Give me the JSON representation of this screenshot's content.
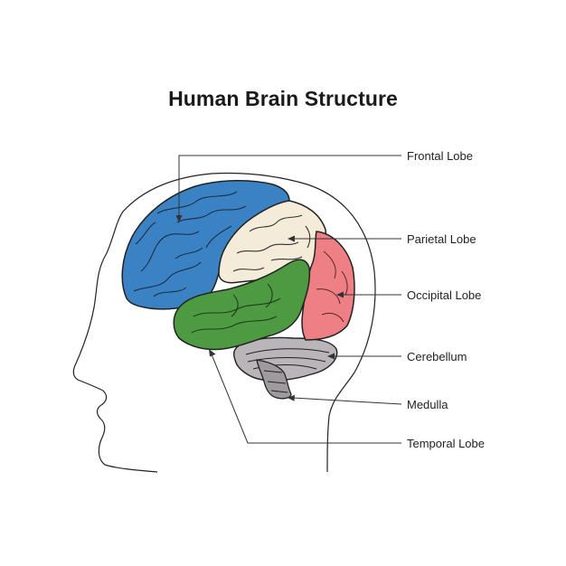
{
  "title": "Human Brain Structure",
  "labels": {
    "frontal": "Frontal Lobe",
    "parietal": "Parietal Lobe",
    "occipital": "Occipital Lobe",
    "cerebellum": "Cerebellum",
    "medulla": "Medulla",
    "temporal": "Temporal Lobe"
  },
  "colors": {
    "frontal": "#3a82c4",
    "parietal": "#f4ecd8",
    "occipital": "#ee7f84",
    "temporal": "#4e9a43",
    "cerebellum": "#b9b5b8",
    "medulla": "#9e9a9d"
  }
}
